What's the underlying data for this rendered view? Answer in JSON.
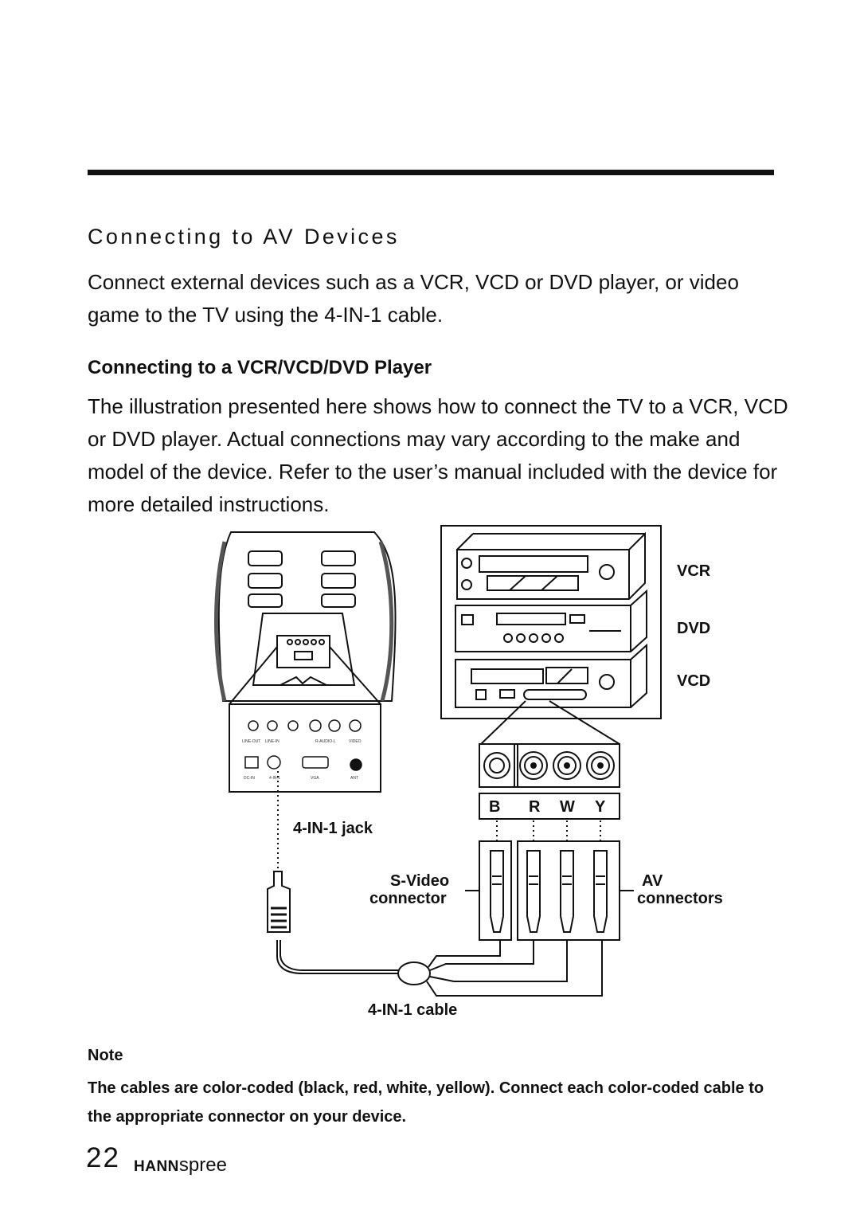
{
  "section_title": "Connecting to AV Devices",
  "intro_text": "Connect external devices such as a VCR, VCD or DVD player, or video game to the TV using the 4-IN-1 cable.",
  "subsection_title": "Connecting to a VCR/VCD/DVD Player",
  "body_text": "The illustration presented here shows how to connect the TV to a VCR, VCD or DVD player. Actual connections may vary according to the make and model of the device. Refer to the user’s manual included with the device for more detailed instructions.",
  "diagram": {
    "device_labels": [
      "VCR",
      "DVD",
      "VCD"
    ],
    "color_codes": [
      "B",
      "R",
      "W",
      "Y"
    ],
    "jack_label": "4-IN-1 jack",
    "svideo_label_1": "S-Video",
    "svideo_label_2": "connector",
    "av_label_1": "AV",
    "av_label_2": "connectors",
    "cable_label": "4-IN-1 cable",
    "tv_port_labels_top": [
      "LINE-OUT",
      "LINE-IN",
      "R-AUDIO-L",
      "VIDEO"
    ],
    "tv_port_labels_bottom": [
      "DC-IN",
      "4-IN-1",
      "VGA",
      "ANT"
    ]
  },
  "note_heading": "Note",
  "note_text": "The cables are color-coded (black, red, white, yellow). Connect each color-coded cable to the appropriate connector on your device.",
  "footer": {
    "page_number": "22",
    "brand_bold": "HANN",
    "brand_light": "spree"
  }
}
